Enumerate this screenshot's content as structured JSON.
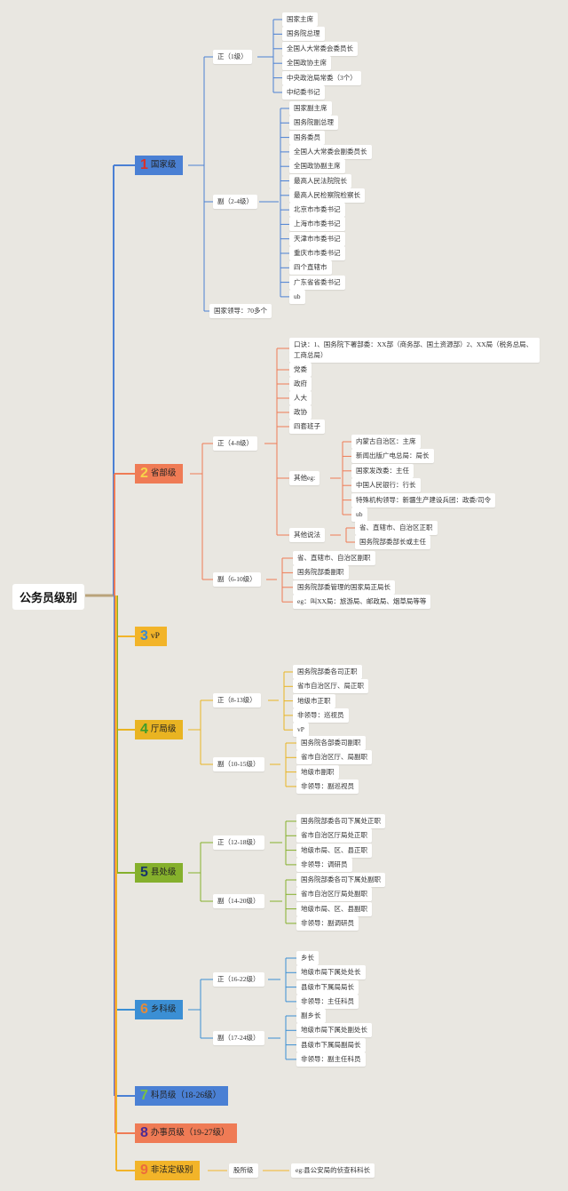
{
  "root": "公务员级别",
  "categories": [
    {
      "num": "1",
      "label": "国家级"
    },
    {
      "num": "2",
      "label": "省部级"
    },
    {
      "num": "3",
      "label": "vP"
    },
    {
      "num": "4",
      "label": "厅局级"
    },
    {
      "num": "5",
      "label": "县处级"
    },
    {
      "num": "6",
      "label": "乡科级"
    },
    {
      "num": "7",
      "label": "科员级（18-26级）"
    },
    {
      "num": "8",
      "label": "办事员级（19-27级）"
    },
    {
      "num": "9",
      "label": "非法定级别"
    }
  ],
  "national": {
    "zheng": "正（1级）",
    "zheng_items": [
      "国家主席",
      "国务院总理",
      "全国人大常委会委员长",
      "全国政协主席",
      "中央政治局常委（3个）",
      "中纪委书记"
    ],
    "fu": "副（2-4级）",
    "fu_items": [
      "国家副主席",
      "国务院副总理",
      "国务委员",
      "全国人大常委会副委员长",
      "全国政协副主席",
      "最高人民法院院长",
      "最高人民检察院检察长",
      "北京市市委书记",
      "上海市市委书记",
      "天津市市委书记",
      "重庆市市委书记",
      "四个直辖市",
      "广东省省委书记",
      "ub"
    ],
    "leaders": "国家领导：70多个"
  },
  "provincial": {
    "zheng": "正（4-8级）",
    "zheng_items": [
      "口诀：1、国务院下署部委：XX部（商务部、国土资源部）2、XX局（税务总局、工商总局）",
      "党委",
      "政府",
      "人大",
      "政协",
      "四套班子"
    ],
    "other_eg": "其他eg:",
    "eg_items": [
      "内蒙古自治区：主席",
      "新闻出版广电总局：局长",
      "国家发改委：主任",
      "中国人民银行：行长",
      "特殊机构领导：新疆生产建设兵团：政委/司令",
      "ub"
    ],
    "other_say": "其他说法",
    "say_items": [
      "省、直辖市、自治区正职",
      "国务院部委部长或主任"
    ],
    "fu": "副（6-10级）",
    "fu_items": [
      "省、直辖市、自治区副职",
      "国务院部委副职",
      "国务院部委管理的国家局正局长",
      "eg：叫XX局：旅游局、邮政局、烟草局等等"
    ]
  },
  "bureau": {
    "zheng": "正（8-13级）",
    "zheng_items": [
      "国务院部委各司正职",
      "省市自治区厅、局正职",
      "地级市正职",
      "非领导：巡视员",
      "vP"
    ],
    "fu": "副（10-15级）",
    "fu_items": [
      "国务院各部委司副职",
      "省市自治区厅、局副职",
      "地级市副职",
      "非领导：副巡视员"
    ]
  },
  "county": {
    "zheng": "正（12-18级）",
    "zheng_items": [
      "国务院部委各司下属处正职",
      "省市自治区厅局处正职",
      "地级市局、区、县正职",
      "非领导：调研员"
    ],
    "fu": "副（14-20级）",
    "fu_items": [
      "国务院部委各司下属处副职",
      "省市自治区厅局处副职",
      "地级市局、区、县副职",
      "非领导：副调研员"
    ]
  },
  "township": {
    "zheng": "正（16-22级）",
    "zheng_items": [
      "乡长",
      "地级市局下属处处长",
      "县级市下属局局长",
      "非领导：主任科员"
    ],
    "fu": "副（17-24级）",
    "fu_items": [
      "副乡长",
      "地级市局下属处副处长",
      "县级市下属局副局长",
      "非领导：副主任科员"
    ]
  },
  "extra": {
    "label": "股所级",
    "eg": "eg:县公安局的侦查科科长"
  },
  "colors": {
    "c1": "#4a80d4",
    "c2": "#ef7b55",
    "c3": "#f2b429",
    "c4": "#e9b422",
    "c5": "#85b02c",
    "c6": "#3b8fd4",
    "c7": "#4a80d4",
    "c8": "#ef7b55",
    "c9": "#f2b429",
    "n1": "#d9312b",
    "n2": "#f7d44a",
    "n3": "#3a8ad0",
    "n4": "#3f9c2a",
    "n5": "#17346a",
    "n6": "#e58b3a",
    "n7": "#7bc142",
    "n8": "#4b2b94",
    "n9": "#ec6b3c",
    "trunk": "#b9a37a"
  }
}
